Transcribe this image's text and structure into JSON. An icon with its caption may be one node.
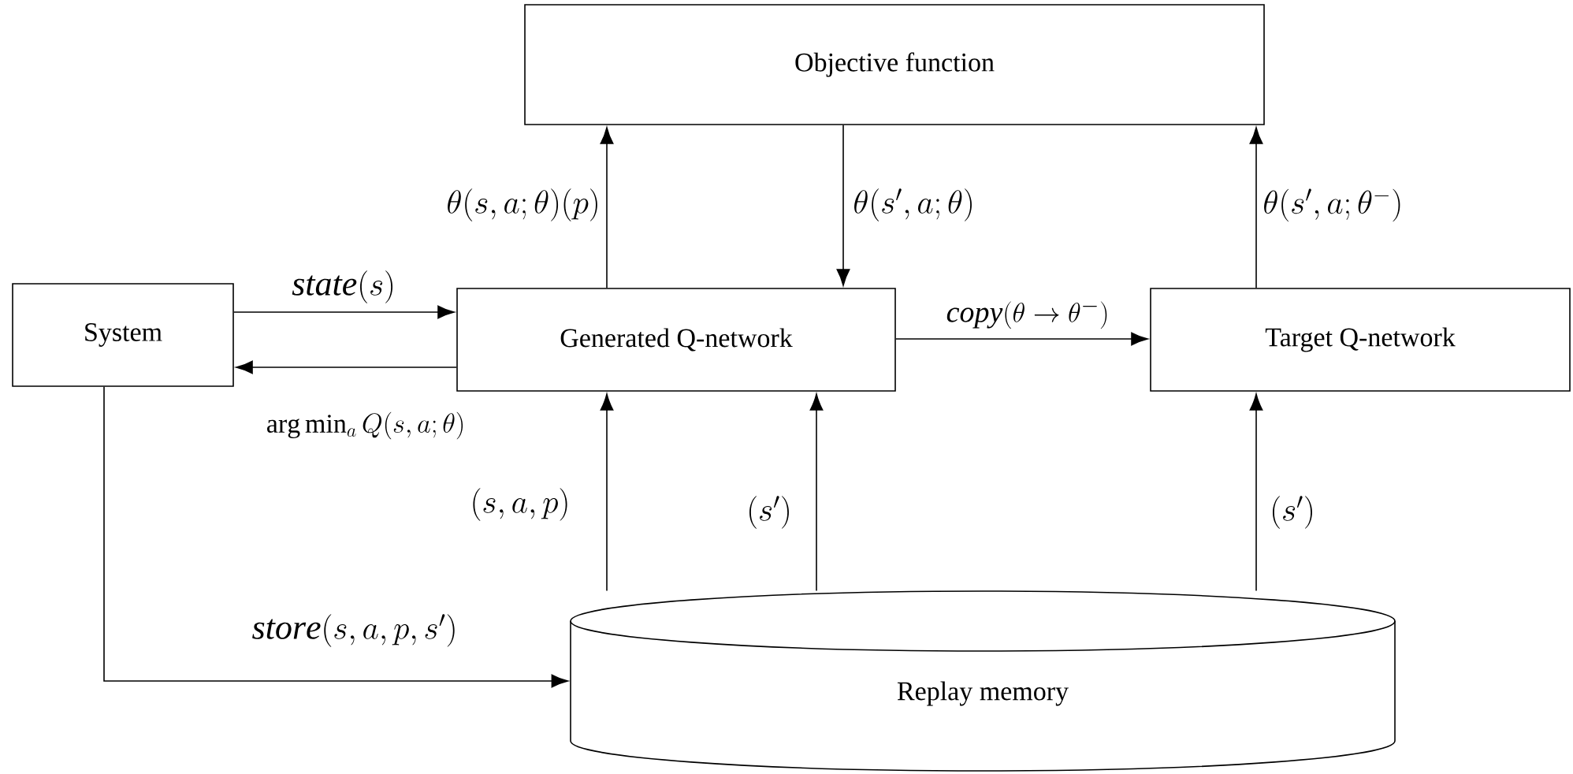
{
  "diagram": {
    "nodes": [
      {
        "text": [
          "Objective function"
        ]
      },
      {
        "text": [
          "System"
        ]
      },
      {
        "text": [
          "Generated Q-network"
        ]
      },
      {
        "text": [
          "Target Q-network"
        ]
      },
      {
        "text": [
          "Replay memory"
        ]
      }
    ],
    "edges": [
      {
        "from": 2,
        "to": 0,
        "arrow": "to",
        "label": "\\theta(s,a;\\theta)(p)"
      },
      {
        "from": 0,
        "to": 2,
        "arrow": "to",
        "label": "\\theta(s',a;\\theta)"
      },
      {
        "from": 3,
        "to": 0,
        "arrow": "to",
        "label": "\\theta(s',a;\\theta^{-})"
      },
      {
        "from": 1,
        "to": 2,
        "arrow": "to",
        "label": "\\mathit{state}(s)"
      },
      {
        "from": 2,
        "to": 1,
        "arrow": "to",
        "label": "\\arg\\min\\nolimits_a Q(s,a;\\theta)"
      },
      {
        "from": 2,
        "to": 3,
        "arrow": "to",
        "label": "\\mathit{copy}(\\theta\\rightarrow\\theta^{-})"
      },
      {
        "from": 4,
        "to": 2,
        "arrow": "to",
        "label": "(s,a,p)"
      },
      {
        "from": 4,
        "to": 2,
        "arrow": "to",
        "label": "(s')"
      },
      {
        "from": 4,
        "to": 3,
        "arrow": "to",
        "label": "(s')"
      },
      {
        "from": 1,
        "to": 4,
        "arrow": "to",
        "label": "\\mathit{store}(s,a,p,s')"
      }
    ]
  }
}
